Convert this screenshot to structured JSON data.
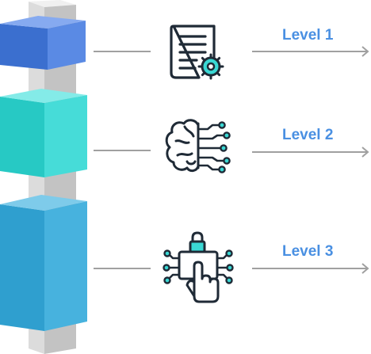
{
  "levels": [
    {
      "label": "Level 1",
      "icon": "document-gear-icon",
      "color": "#4b7fdc"
    },
    {
      "label": "Level 2",
      "icon": "brain-circuit-icon",
      "color": "#3ad8d4"
    },
    {
      "label": "Level 3",
      "icon": "hand-touch-lock-icon",
      "color": "#3aabd6"
    }
  ],
  "colors": {
    "label": "#4a90e2",
    "connector": "#a0a0a0",
    "icon_stroke": "#1f2a36",
    "icon_accent": "#3ad8d4",
    "pillar": "#d4d4d4"
  }
}
